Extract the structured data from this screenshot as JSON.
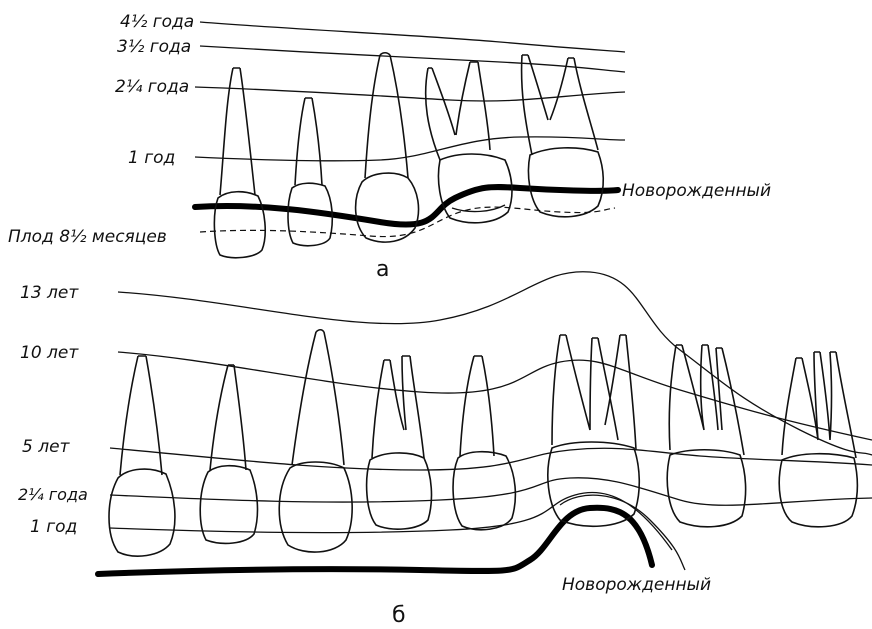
{
  "panel_a": {
    "label": "а",
    "age_lines": [
      "4½ года",
      "3½ года",
      "2¼ года",
      "1 год",
      "Новорожденный",
      "Плод 8½ месяцев"
    ]
  },
  "panel_b": {
    "label": "б",
    "age_lines": [
      "13 лет",
      "10 лет",
      "5 лет",
      "2¼ года",
      "1 год",
      "Новорожденный"
    ]
  },
  "colors": {
    "ink": "#111111",
    "paper": "#ffffff"
  }
}
